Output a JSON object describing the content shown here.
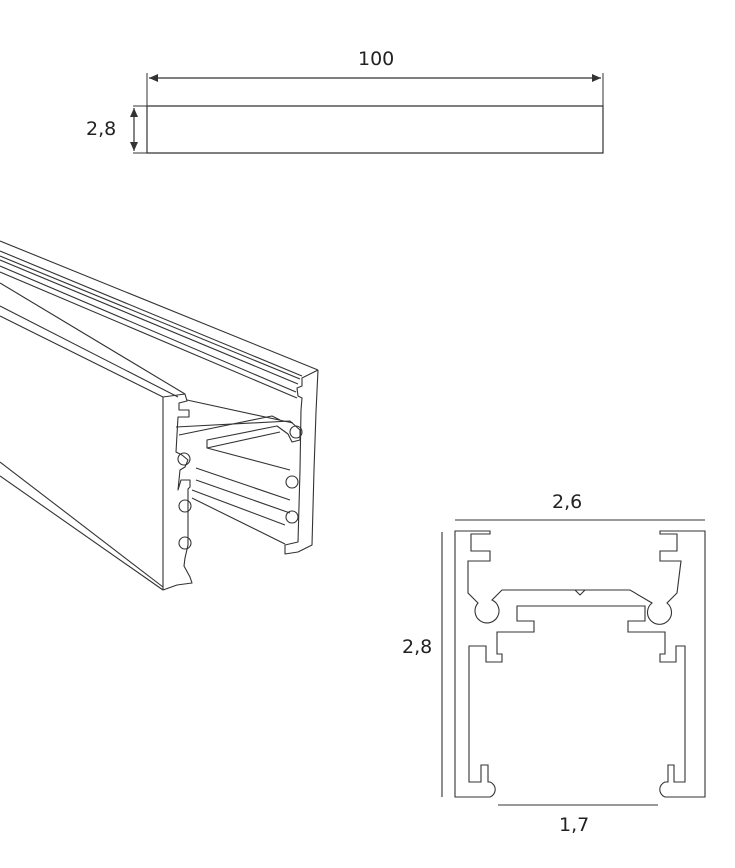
{
  "diagram": {
    "type": "technical-drawing",
    "subject": "track-rail-profile",
    "stroke_color": "#333333",
    "background": "#ffffff",
    "side_view": {
      "length_label": "100",
      "height_label": "2,8"
    },
    "cross_section": {
      "width_label": "2,6",
      "height_label": "2,8",
      "opening_label": "1,7"
    },
    "isometric_view": {
      "label": ""
    }
  }
}
